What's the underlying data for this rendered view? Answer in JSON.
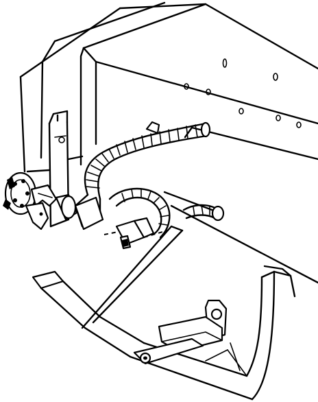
{
  "diagram": {
    "kind": "line-art-illustration",
    "colors": {
      "ink": "#000000",
      "paper": "#ffffff"
    },
    "parts": [
      "frame-rail",
      "mounting-bracket",
      "trailer-connector",
      "wiring-harness-conduit",
      "harness-connector",
      "hitch-bar",
      "hitch-receiver-plate"
    ]
  }
}
